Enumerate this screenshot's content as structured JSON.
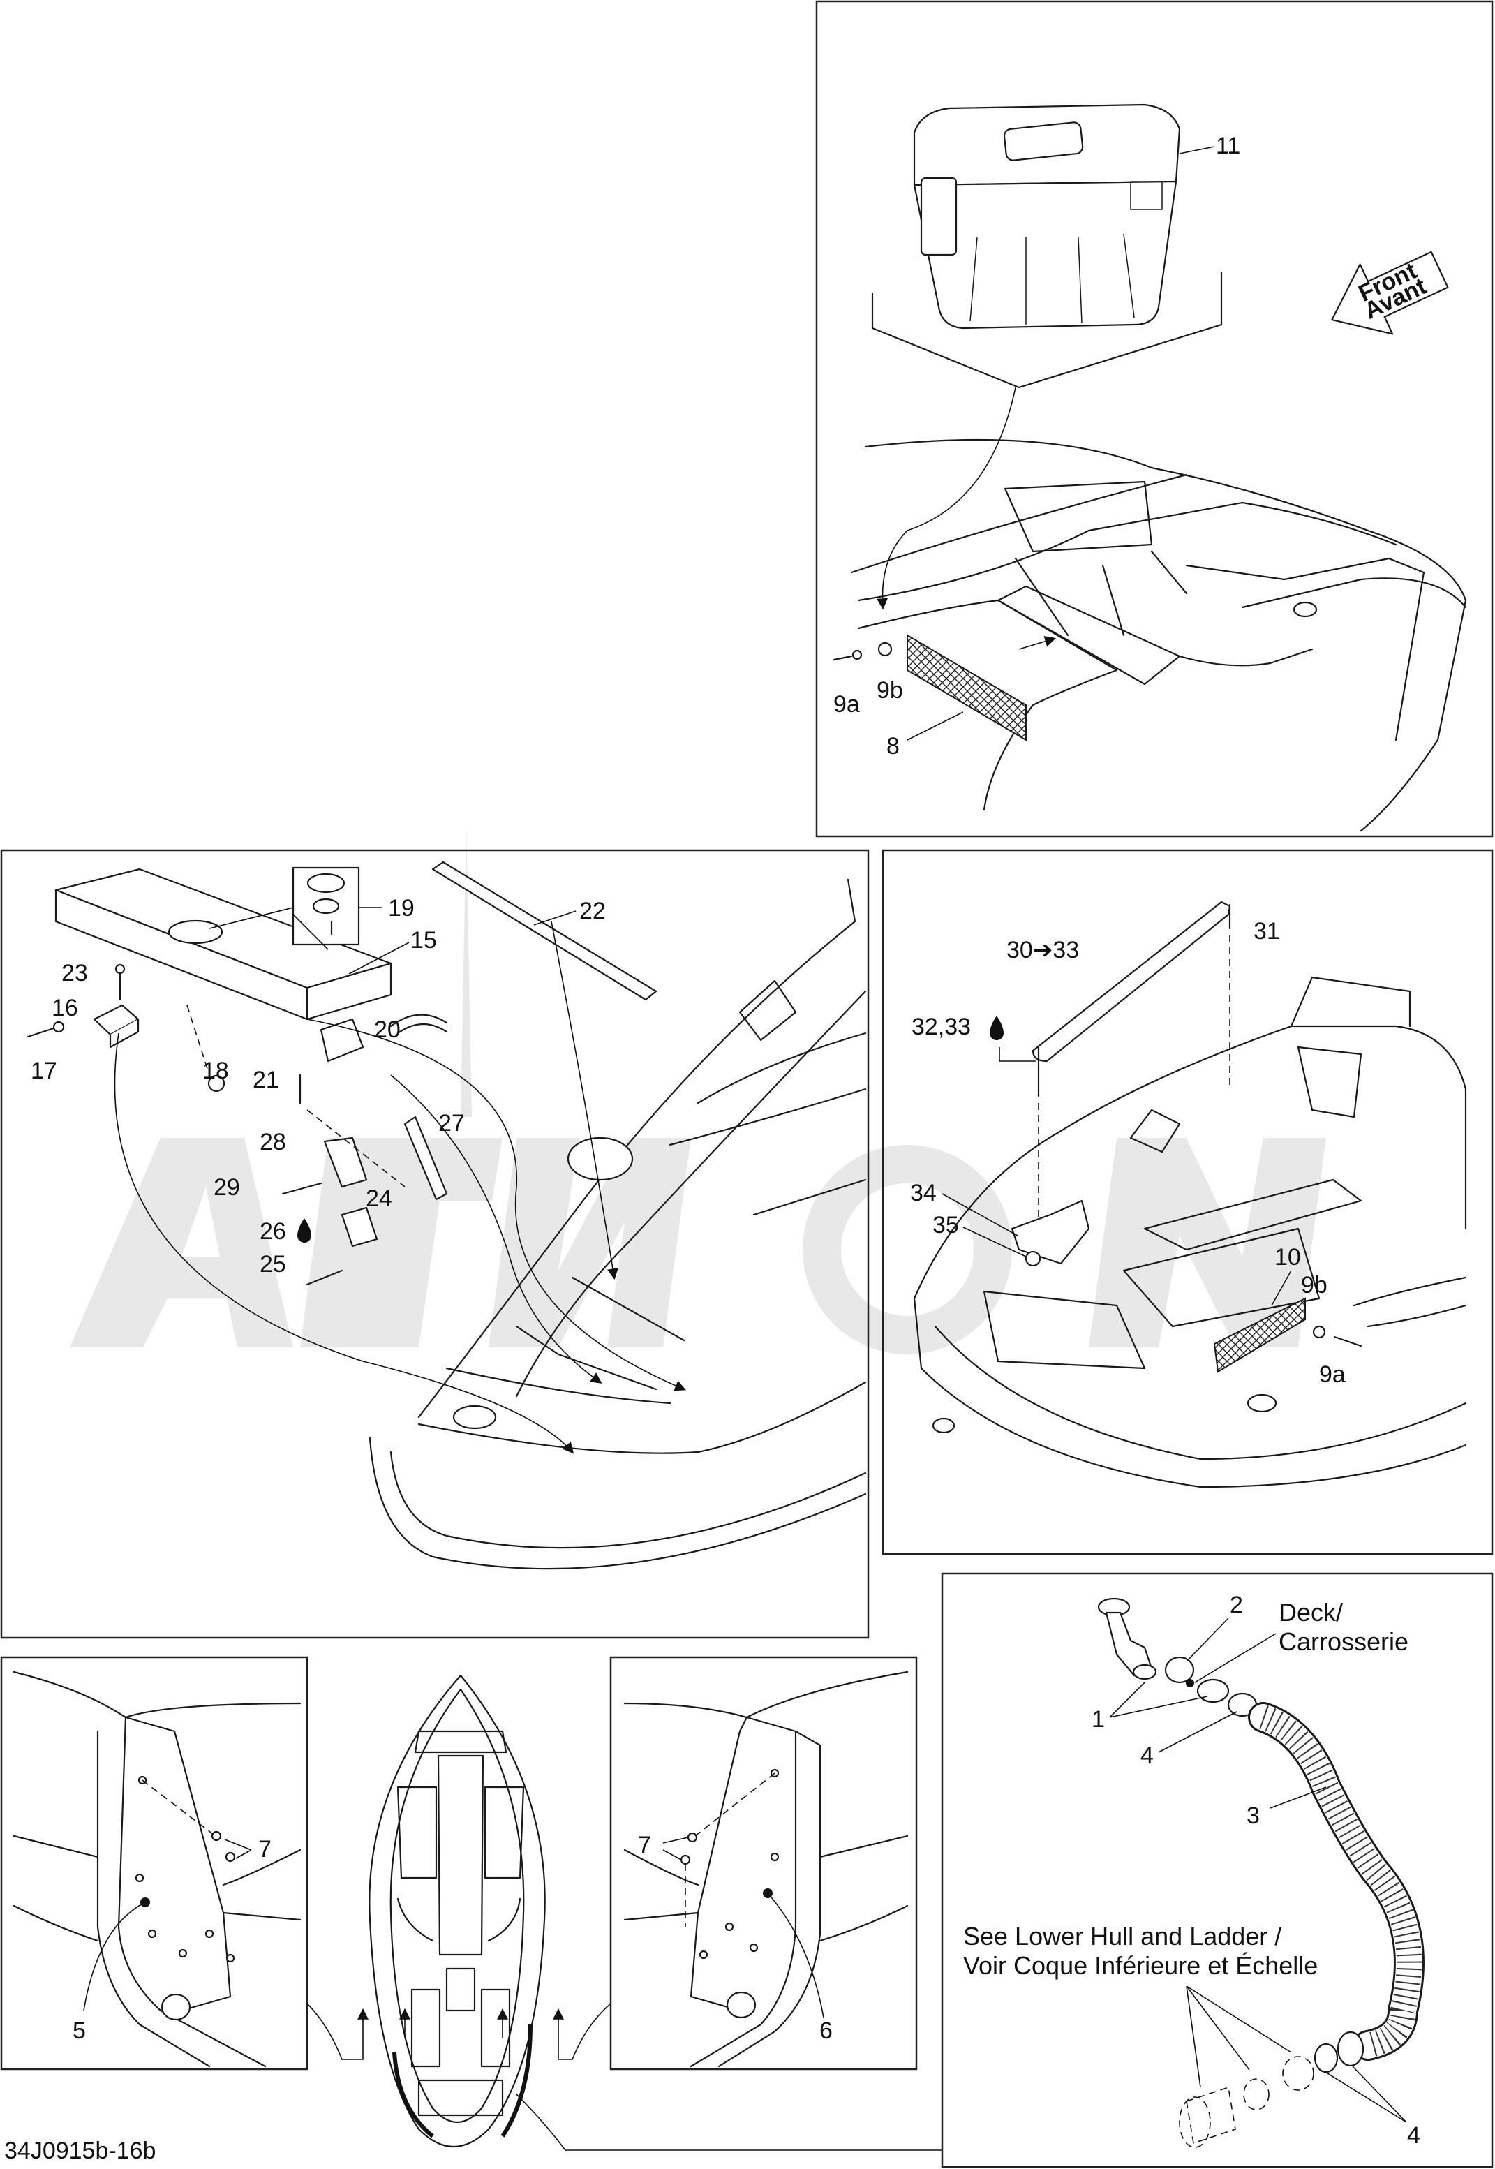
{
  "figure_code": "34J0915b-16b",
  "direction_arrow": {
    "line1": "Front",
    "line2": "Avant"
  },
  "notes": {
    "deck_line1": "Deck/",
    "deck_line2": "Carrosserie",
    "lower_hull_line1": "See Lower Hull and Ladder /",
    "lower_hull_line2": "Voir Coque Inférieure et Échelle"
  },
  "callouts": {
    "c1": "1",
    "c2": "2",
    "c3": "3",
    "c4a": "4",
    "c4b": "4",
    "c5": "5",
    "c6": "6",
    "c7a": "7",
    "c7b": "7",
    "c8": "8",
    "c9a_top": "9a",
    "c9b_top": "9b",
    "c9a_mid": "9a",
    "c9b_mid": "9b",
    "c10": "10",
    "c11": "11",
    "c15": "15",
    "c16": "16",
    "c17": "17",
    "c18": "18",
    "c19": "19",
    "c20": "20",
    "c21": "21",
    "c22": "22",
    "c23": "23",
    "c24": "24",
    "c25": "25",
    "c26": "26",
    "c27": "27",
    "c28": "28",
    "c29": "29",
    "c30_33": "30➔33",
    "c31": "31",
    "c32_33": "32,33",
    "c34": "34",
    "c35": "35"
  },
  "icons": {
    "liquid_drop": "drop-icon",
    "direction": "arrow-icon"
  }
}
